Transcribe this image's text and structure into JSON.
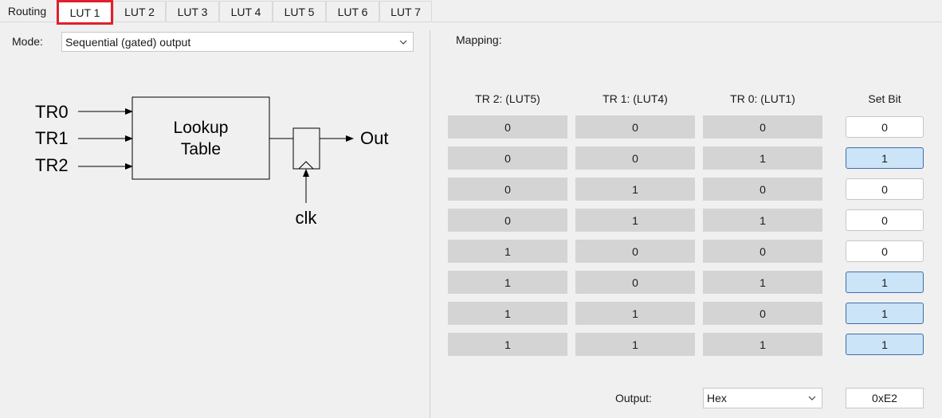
{
  "tabs": [
    {
      "label": "Routing",
      "active": false
    },
    {
      "label": "LUT 1",
      "active": true
    },
    {
      "label": "LUT 2",
      "active": false
    },
    {
      "label": "LUT 3",
      "active": false
    },
    {
      "label": "LUT 4",
      "active": false
    },
    {
      "label": "LUT 5",
      "active": false
    },
    {
      "label": "LUT 6",
      "active": false
    },
    {
      "label": "LUT 7",
      "active": false
    }
  ],
  "mode": {
    "label": "Mode:",
    "value": "Sequential (gated) output"
  },
  "diagram": {
    "inputs": [
      "TR0",
      "TR1",
      "TR2"
    ],
    "block_line1": "Lookup",
    "block_line2": "Table",
    "output": "Out",
    "clock": "clk"
  },
  "mapping": {
    "label": "Mapping:",
    "headers": [
      "TR 2:  (LUT5)",
      "TR 1:  (LUT4)",
      "TR 0:  (LUT1)",
      "Set Bit"
    ],
    "rows": [
      {
        "tr2": "0",
        "tr1": "0",
        "tr0": "0",
        "bit": "0",
        "on": false
      },
      {
        "tr2": "0",
        "tr1": "0",
        "tr0": "1",
        "bit": "1",
        "on": true
      },
      {
        "tr2": "0",
        "tr1": "1",
        "tr0": "0",
        "bit": "0",
        "on": false
      },
      {
        "tr2": "0",
        "tr1": "1",
        "tr0": "1",
        "bit": "0",
        "on": false
      },
      {
        "tr2": "1",
        "tr1": "0",
        "tr0": "0",
        "bit": "0",
        "on": false
      },
      {
        "tr2": "1",
        "tr1": "0",
        "tr0": "1",
        "bit": "1",
        "on": true
      },
      {
        "tr2": "1",
        "tr1": "1",
        "tr0": "0",
        "bit": "1",
        "on": true
      },
      {
        "tr2": "1",
        "tr1": "1",
        "tr0": "1",
        "bit": "1",
        "on": true
      }
    ]
  },
  "output": {
    "label": "Output:",
    "format": "Hex",
    "value": "0xE2"
  }
}
